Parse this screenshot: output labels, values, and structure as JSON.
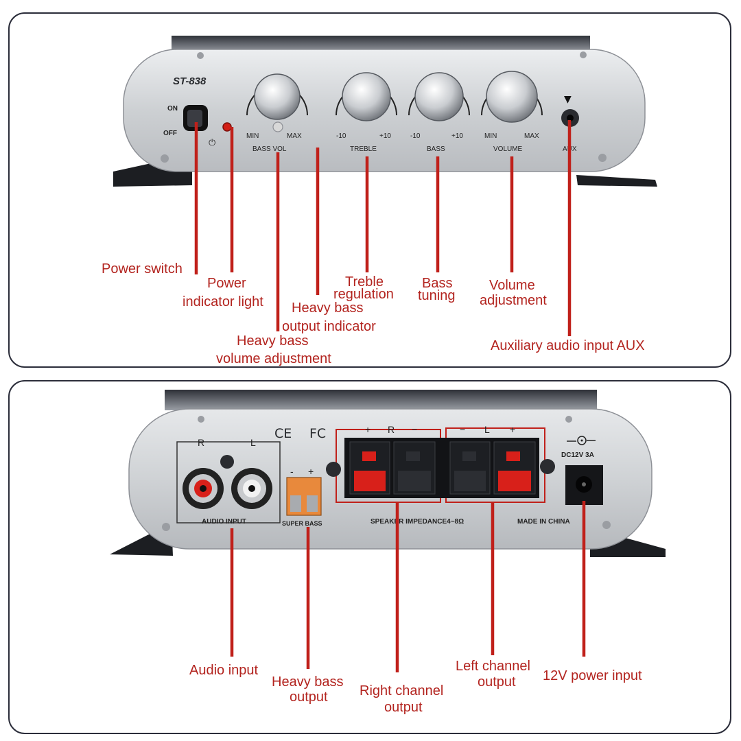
{
  "front": {
    "model": "ST-838",
    "switch_on": "ON",
    "switch_off": "OFF",
    "power_symbol": "⏻",
    "bass_vol": {
      "min": "MIN",
      "max": "MAX",
      "name": "BASS VOL"
    },
    "treble": {
      "min": "-10",
      "max": "+10",
      "name": "TREBLE"
    },
    "bass": {
      "min": "-10",
      "max": "+10",
      "name": "BASS"
    },
    "volume": {
      "min": "MIN",
      "max": "MAX",
      "name": "VOLUME"
    },
    "aux": "AUX",
    "aux_arrow": "▼",
    "callouts": {
      "power_switch": "Power switch",
      "power_light_1": "Power",
      "power_light_2": "indicator light",
      "bass_indicator_1": "Heavy bass",
      "bass_indicator_2": "output indicator",
      "bass_volume_1": "Heavy bass",
      "bass_volume_2": "volume adjustment",
      "treble_1": "Treble",
      "treble_2": "regulation",
      "bass_tuning_1": "Bass",
      "bass_tuning_2": "tuning",
      "volume_1": "Volume",
      "volume_2": "adjustment",
      "aux_input": "Auxiliary audio input AUX"
    }
  },
  "rear": {
    "ce": "CE",
    "fc": "FC",
    "audio_r": "R",
    "audio_l": "L",
    "audio_input": "AUDIO INPUT",
    "super_bass": "SUPER BASS",
    "sb_minus": "-",
    "sb_plus": "+",
    "spk_r_plus": "+",
    "spk_r": "R",
    "spk_r_minus": "−",
    "spk_l_minus": "−",
    "spk_l": "L",
    "spk_l_plus": "+",
    "impedance": "SPEAKER IMPEDANCE4~8Ω",
    "made_in": "MADE IN CHINA",
    "dc": "DC12V 3A",
    "callouts": {
      "audio_input": "Audio input",
      "heavy_bass_1": "Heavy bass",
      "heavy_bass_2": "output",
      "right_1": "Right channel",
      "right_2": "output",
      "left_1": "Left channel",
      "left_2": "output",
      "power_in": "12V power input"
    }
  },
  "colors": {
    "accent": "#c0201a",
    "label": "#b3241f",
    "border": "#2b2d3a"
  }
}
